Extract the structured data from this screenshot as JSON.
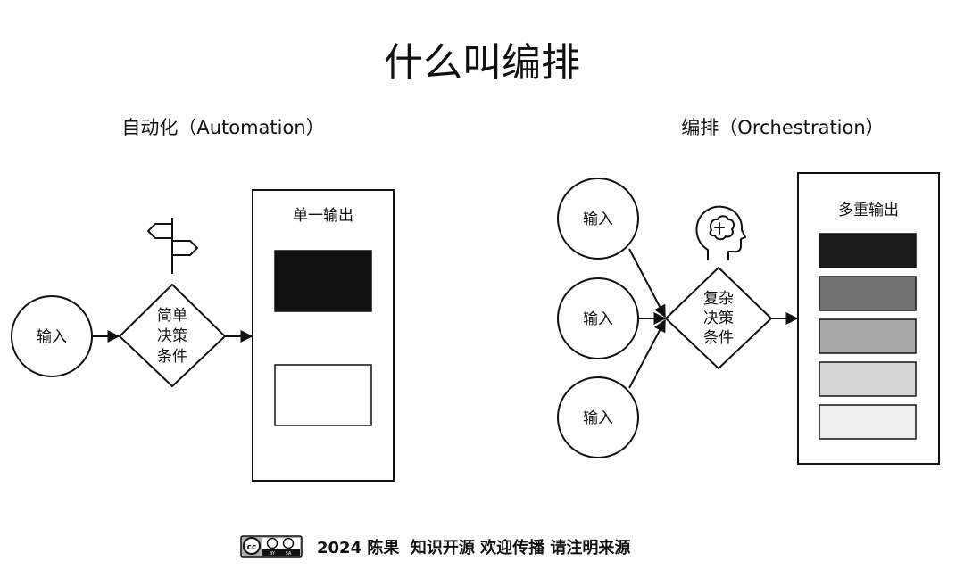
{
  "title": "什么叫编排",
  "automation": {
    "heading": "自动化（Automation）",
    "input_label": "输入",
    "decision_lines": [
      "简单",
      "决策",
      "条件"
    ],
    "output_label": "单一输出"
  },
  "orchestration": {
    "heading": "编排（Orchestration）",
    "input_labels": [
      "输入",
      "输入",
      "输入"
    ],
    "decision_lines": [
      "复杂",
      "决策",
      "条件"
    ],
    "output_label": "多重输出",
    "output_bar_colors": [
      "#1c1c1c",
      "#727272",
      "#a8a8a8",
      "#d6d6d6",
      "#efefef"
    ]
  },
  "footer": {
    "license_text": "2024 陈果  知识开源 欢迎传播 请注明来源",
    "license_badge": {
      "left": "cc",
      "right_labels": [
        "BY",
        "SA"
      ]
    }
  },
  "icons": {
    "signpost": "signpost-icon",
    "brain_head": "brain-head-icon",
    "license": "cc-by-sa-icon"
  },
  "colors": {
    "ink": "#111111",
    "background": "#ffffff",
    "solid_output": "#111111"
  }
}
